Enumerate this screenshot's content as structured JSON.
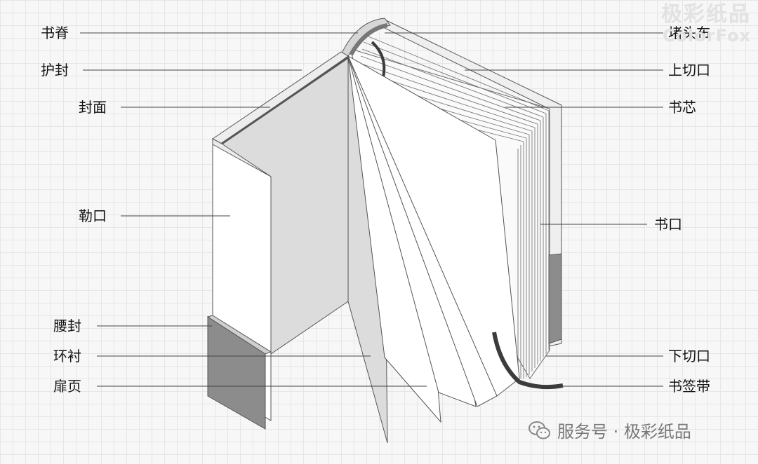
{
  "labels": {
    "spine": "书脊",
    "dust_jacket": "护封",
    "cover": "封面",
    "fore_edge_flap": "勒口",
    "belly_band": "腰封",
    "endpaper": "环衬",
    "title_page": "扉页",
    "headband": "堵头布",
    "top_edge": "上切口",
    "book_block": "书芯",
    "fore_edge": "书口",
    "bottom_edge": "下切口",
    "ribbon_marker": "书签带"
  },
  "watermark": {
    "title": "极彩纸品",
    "subtitle": "ColorFox"
  },
  "credit": {
    "text": "服务号 · 极彩纸品",
    "icon": "wechat-icon"
  },
  "colors": {
    "background": "#f7f7f7",
    "grid": "#e6e6e6",
    "line": "#555555",
    "page_light": "#ffffff",
    "page_shade": "#dcdcdc",
    "band_dark": "#8c8c8c",
    "ribbon": "#3c3c3c"
  }
}
